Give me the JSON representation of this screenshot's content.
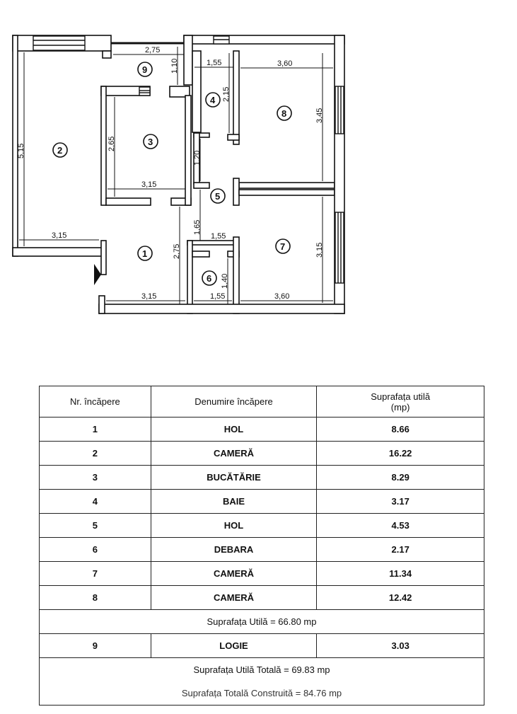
{
  "plan": {
    "rooms": [
      "1",
      "2",
      "3",
      "4",
      "5",
      "6",
      "7",
      "8",
      "9"
    ],
    "dimensions": {
      "logia_width": "2,75",
      "logia_depth": "1,10",
      "room2_height": "5,15",
      "room2_width": "3,15",
      "kitchen_height": "2,65",
      "kitchen_width": "3,15",
      "bath_width": "1,55",
      "bath_height": "2,15",
      "room8_width": "3,60",
      "room8_height": "3,45",
      "hall_upper": "1,20",
      "hall_lower": "1,65",
      "storage_top": "1,55",
      "hall1_height": "2,75",
      "hall1_width": "3,15",
      "storage_bottom": "1,55",
      "storage_height": "1,40",
      "room7_width": "3,60",
      "room7_height": "3,15"
    }
  },
  "table": {
    "headers": [
      "Nr. încăpere",
      "Denumire încăpere",
      "Suprafața utilă (mp)"
    ],
    "rows": [
      {
        "nr": "1",
        "name": "HOL",
        "area": "8.66"
      },
      {
        "nr": "2",
        "name": "CAMERĂ",
        "area": "16.22"
      },
      {
        "nr": "3",
        "name": "BUCĂTĂRIE",
        "area": "8.29"
      },
      {
        "nr": "4",
        "name": "BAIE",
        "area": "3.17"
      },
      {
        "nr": "5",
        "name": "HOL",
        "area": "4.53"
      },
      {
        "nr": "6",
        "name": "DEBARA",
        "area": "2.17"
      },
      {
        "nr": "7",
        "name": "CAMERĂ",
        "area": "11.34"
      },
      {
        "nr": "8",
        "name": "CAMERĂ",
        "area": "12.42"
      }
    ],
    "subtotal": "Suprafața Utilă = 66.80 mp",
    "logia": {
      "nr": "9",
      "name": "LOGIE",
      "area": "3.03"
    },
    "total_useful": "Suprafața Utilă Totală = 69.83 mp",
    "total_built": "Suprafața Totală Construită = 84.76 mp"
  }
}
